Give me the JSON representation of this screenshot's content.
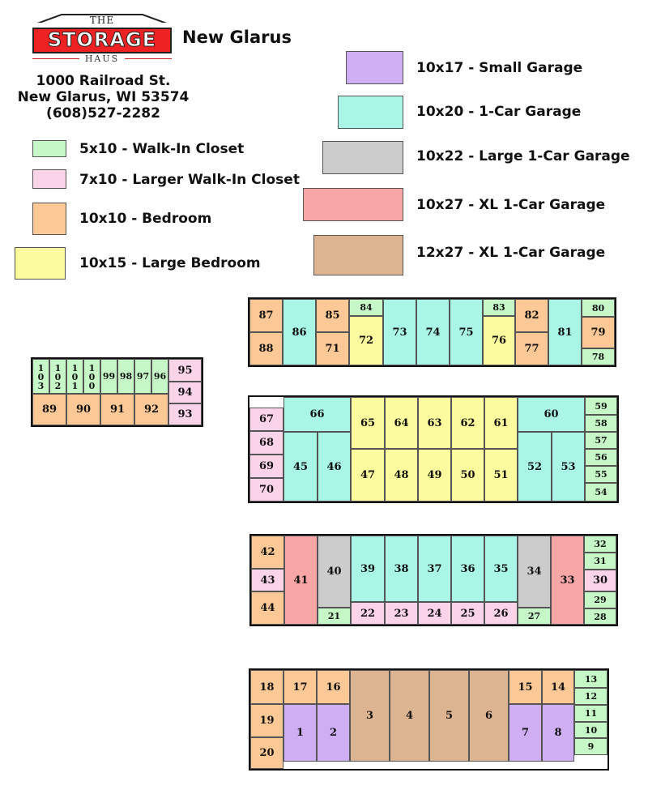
{
  "header": {
    "logo_top": "THE",
    "logo_main": "STORAGE",
    "logo_bottom": "HAUS",
    "location": "New Glarus",
    "address_line1": "1000 Railroad St.",
    "address_line2": "New Glarus, WI 53574",
    "phone": "(608)527-2282"
  },
  "colors": {
    "walk_in_closet": "#c6f7c6",
    "larger_walk_in_closet": "#fcd4ea",
    "bedroom": "#fcc896",
    "large_bedroom": "#fcfc9e",
    "small_garage": "#d0aef4",
    "car_garage": "#aaf6e6",
    "large_car_garage": "#cccccc",
    "xl_car_garage": "#f8a6a6",
    "xl_car_garage_12": "#dcb492"
  },
  "legend": [
    {
      "key": "walk_in_closet",
      "label": "5x10 - Walk-In Closet"
    },
    {
      "key": "larger_walk_in_closet",
      "label": "7x10 - Larger Walk-In Closet"
    },
    {
      "key": "bedroom",
      "label": "10x10 - Bedroom"
    },
    {
      "key": "large_bedroom",
      "label": "10x15 - Large Bedroom"
    },
    {
      "key": "small_garage",
      "label": "10x17 - Small Garage"
    },
    {
      "key": "car_garage",
      "label": "10x20 - 1-Car Garage"
    },
    {
      "key": "large_car_garage",
      "label": "10x22 - Large 1-Car Garage"
    },
    {
      "key": "xl_car_garage",
      "label": "10x27 - XL 1-Car Garage"
    },
    {
      "key": "xl_car_garage_12",
      "label": "12x27 - XL 1-Car Garage"
    }
  ],
  "units": [
    {
      "label": "87",
      "type": "bedroom"
    },
    {
      "label": "88",
      "type": "bedroom"
    },
    {
      "label": "86",
      "type": "car_garage"
    },
    {
      "label": "85",
      "type": "bedroom"
    },
    {
      "label": "71",
      "type": "bedroom"
    },
    {
      "label": "84",
      "type": "walk_in_closet"
    },
    {
      "label": "72",
      "type": "large_bedroom"
    },
    {
      "label": "73",
      "type": "car_garage"
    },
    {
      "label": "74",
      "type": "car_garage"
    },
    {
      "label": "75",
      "type": "car_garage"
    },
    {
      "label": "83",
      "type": "walk_in_closet"
    },
    {
      "label": "76",
      "type": "large_bedroom"
    },
    {
      "label": "82",
      "type": "bedroom"
    },
    {
      "label": "77",
      "type": "bedroom"
    },
    {
      "label": "81",
      "type": "car_garage"
    },
    {
      "label": "80",
      "type": "walk_in_closet"
    },
    {
      "label": "79",
      "type": "bedroom"
    },
    {
      "label": "78",
      "type": "walk_in_closet"
    },
    {
      "label": "103",
      "type": "walk_in_closet"
    },
    {
      "label": "102",
      "type": "walk_in_closet"
    },
    {
      "label": "101",
      "type": "walk_in_closet"
    },
    {
      "label": "100",
      "type": "walk_in_closet"
    },
    {
      "label": "99",
      "type": "walk_in_closet"
    },
    {
      "label": "98",
      "type": "walk_in_closet"
    },
    {
      "label": "97",
      "type": "walk_in_closet"
    },
    {
      "label": "96",
      "type": "walk_in_closet"
    },
    {
      "label": "95",
      "type": "larger_walk_in_closet"
    },
    {
      "label": "94",
      "type": "larger_walk_in_closet"
    },
    {
      "label": "93",
      "type": "larger_walk_in_closet"
    },
    {
      "label": "89",
      "type": "bedroom"
    },
    {
      "label": "90",
      "type": "bedroom"
    },
    {
      "label": "91",
      "type": "bedroom"
    },
    {
      "label": "92",
      "type": "bedroom"
    },
    {
      "label": "67",
      "type": "larger_walk_in_closet"
    },
    {
      "label": "68",
      "type": "larger_walk_in_closet"
    },
    {
      "label": "69",
      "type": "larger_walk_in_closet"
    },
    {
      "label": "70",
      "type": "larger_walk_in_closet"
    },
    {
      "label": "66",
      "type": "car_garage"
    },
    {
      "label": "45",
      "type": "car_garage"
    },
    {
      "label": "46",
      "type": "car_garage"
    },
    {
      "label": "65",
      "type": "large_bedroom"
    },
    {
      "label": "64",
      "type": "large_bedroom"
    },
    {
      "label": "63",
      "type": "large_bedroom"
    },
    {
      "label": "62",
      "type": "large_bedroom"
    },
    {
      "label": "61",
      "type": "large_bedroom"
    },
    {
      "label": "47",
      "type": "large_bedroom"
    },
    {
      "label": "48",
      "type": "large_bedroom"
    },
    {
      "label": "49",
      "type": "large_bedroom"
    },
    {
      "label": "50",
      "type": "large_bedroom"
    },
    {
      "label": "51",
      "type": "large_bedroom"
    },
    {
      "label": "60",
      "type": "car_garage"
    },
    {
      "label": "52",
      "type": "car_garage"
    },
    {
      "label": "53",
      "type": "car_garage"
    },
    {
      "label": "59",
      "type": "walk_in_closet"
    },
    {
      "label": "58",
      "type": "walk_in_closet"
    },
    {
      "label": "57",
      "type": "walk_in_closet"
    },
    {
      "label": "56",
      "type": "walk_in_closet"
    },
    {
      "label": "55",
      "type": "walk_in_closet"
    },
    {
      "label": "54",
      "type": "walk_in_closet"
    },
    {
      "label": "42",
      "type": "bedroom"
    },
    {
      "label": "43",
      "type": "larger_walk_in_closet"
    },
    {
      "label": "44",
      "type": "bedroom"
    },
    {
      "label": "41",
      "type": "xl_car_garage"
    },
    {
      "label": "40",
      "type": "large_car_garage"
    },
    {
      "label": "21",
      "type": "walk_in_closet"
    },
    {
      "label": "39",
      "type": "car_garage"
    },
    {
      "label": "38",
      "type": "car_garage"
    },
    {
      "label": "37",
      "type": "car_garage"
    },
    {
      "label": "36",
      "type": "car_garage"
    },
    {
      "label": "35",
      "type": "car_garage"
    },
    {
      "label": "22",
      "type": "larger_walk_in_closet"
    },
    {
      "label": "23",
      "type": "larger_walk_in_closet"
    },
    {
      "label": "24",
      "type": "larger_walk_in_closet"
    },
    {
      "label": "25",
      "type": "larger_walk_in_closet"
    },
    {
      "label": "26",
      "type": "larger_walk_in_closet"
    },
    {
      "label": "34",
      "type": "large_car_garage"
    },
    {
      "label": "27",
      "type": "walk_in_closet"
    },
    {
      "label": "33",
      "type": "xl_car_garage"
    },
    {
      "label": "32",
      "type": "walk_in_closet"
    },
    {
      "label": "31",
      "type": "walk_in_closet"
    },
    {
      "label": "30",
      "type": "larger_walk_in_closet"
    },
    {
      "label": "29",
      "type": "walk_in_closet"
    },
    {
      "label": "28",
      "type": "walk_in_closet"
    },
    {
      "label": "18",
      "type": "bedroom"
    },
    {
      "label": "19",
      "type": "bedroom"
    },
    {
      "label": "20",
      "type": "bedroom"
    },
    {
      "label": "17",
      "type": "bedroom"
    },
    {
      "label": "16",
      "type": "bedroom"
    },
    {
      "label": "1",
      "type": "small_garage"
    },
    {
      "label": "2",
      "type": "small_garage"
    },
    {
      "label": "3",
      "type": "xl_car_garage_12"
    },
    {
      "label": "4",
      "type": "xl_car_garage_12"
    },
    {
      "label": "5",
      "type": "xl_car_garage_12"
    },
    {
      "label": "6",
      "type": "xl_car_garage_12"
    },
    {
      "label": "15",
      "type": "bedroom"
    },
    {
      "label": "14",
      "type": "bedroom"
    },
    {
      "label": "7",
      "type": "small_garage"
    },
    {
      "label": "8",
      "type": "small_garage"
    },
    {
      "label": "13",
      "type": "walk_in_closet"
    },
    {
      "label": "12",
      "type": "walk_in_closet"
    },
    {
      "label": "11",
      "type": "walk_in_closet"
    },
    {
      "label": "10",
      "type": "walk_in_closet"
    },
    {
      "label": "9",
      "type": "walk_in_closet"
    }
  ]
}
